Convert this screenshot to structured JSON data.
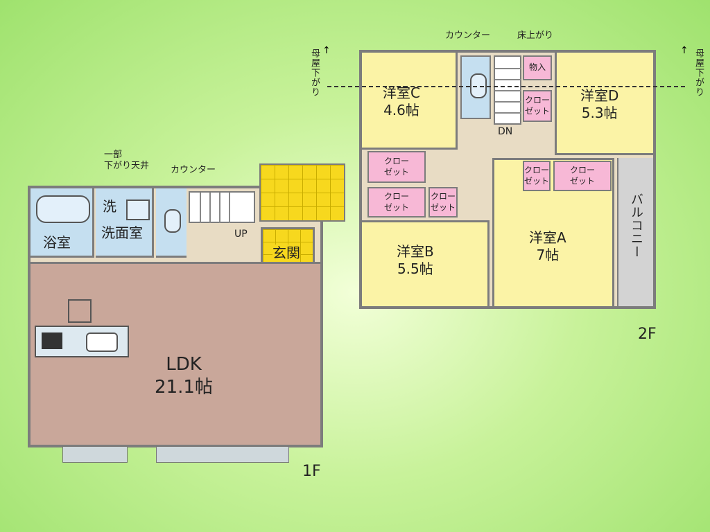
{
  "floor1": {
    "label": "1F",
    "rooms": {
      "ldk": "LDK\n21.1帖",
      "bath": "浴室",
      "washroom": "洗面室",
      "wash": "洗",
      "entrance": "玄関"
    },
    "notes": {
      "partial_ceiling": "一部\n下がり天井",
      "counter": "カウンター",
      "up": "UP"
    }
  },
  "floor2": {
    "label": "2F",
    "rooms": {
      "western_c": "洋室C\n4.6帖",
      "western_d": "洋室D\n5.3帖",
      "western_b": "洋室B\n5.5帖",
      "western_a": "洋室A\n7帖",
      "balcony": "バルコニー"
    },
    "closets": {
      "storage": "物入",
      "closet_d": "クロー\nゼット",
      "closet_c": "クロー\nゼット",
      "closet_b1": "クロー\nゼット",
      "closet_b2": "クロー\nゼット",
      "closet_a1": "クロー\nゼット",
      "closet_a2": "クロー\nゼット"
    },
    "notes": {
      "counter": "カウンター",
      "raised_floor": "床上がり",
      "down": "DN",
      "main_roof_left": "母屋下がり",
      "main_roof_right": "母屋下がり"
    }
  },
  "colors": {
    "background": "#aee87e",
    "western_room": "#fbf3a6",
    "ldk_floor": "#c9a79a",
    "wet_area": "#c5dff0",
    "entrance": "#f7d81e",
    "closet": "#f7b8d6",
    "hall": "#e8dcc4",
    "balcony": "#d3d3d3",
    "wall": "#7c7c7c"
  }
}
